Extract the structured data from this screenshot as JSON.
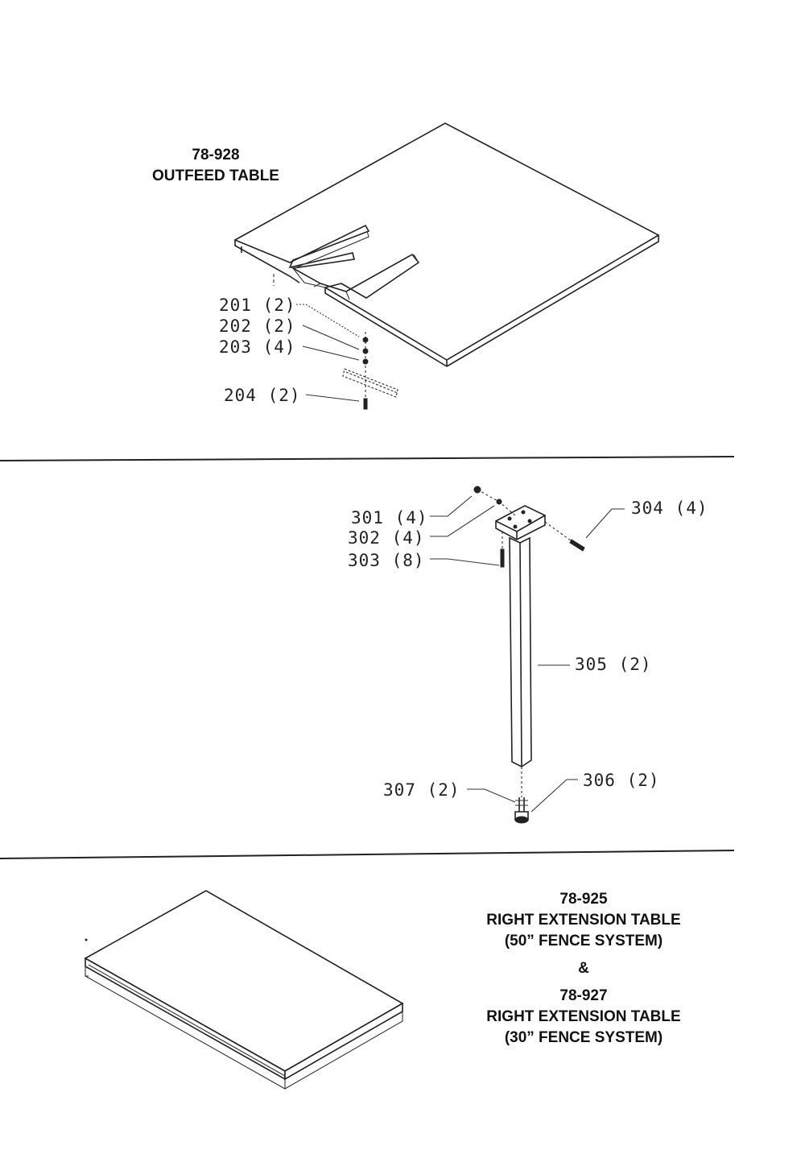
{
  "sections": {
    "outfeed": {
      "model": "78-928",
      "name": "OUTFEED TABLE",
      "callouts": [
        {
          "part": "201",
          "qty": "(2)"
        },
        {
          "part": "202",
          "qty": "(2)"
        },
        {
          "part": "203",
          "qty": "(4)"
        },
        {
          "part": "204",
          "qty": "(2)"
        }
      ]
    },
    "leg": {
      "callouts": [
        {
          "part": "301",
          "qty": "(4)"
        },
        {
          "part": "302",
          "qty": "(4)"
        },
        {
          "part": "303",
          "qty": "(8)"
        },
        {
          "part": "304",
          "qty": "(4)"
        },
        {
          "part": "305",
          "qty": "(2)"
        },
        {
          "part": "306",
          "qty": "(2)"
        },
        {
          "part": "307",
          "qty": "(2)"
        }
      ]
    },
    "extension": {
      "model_a": "78-925",
      "name_a": "RIGHT EXTENSION TABLE",
      "system_a": "(50” FENCE SYSTEM)",
      "ampersand": "&",
      "model_b": "78-927",
      "name_b": "RIGHT EXTENSION TABLE",
      "system_b": "(30” FENCE SYSTEM)"
    }
  }
}
